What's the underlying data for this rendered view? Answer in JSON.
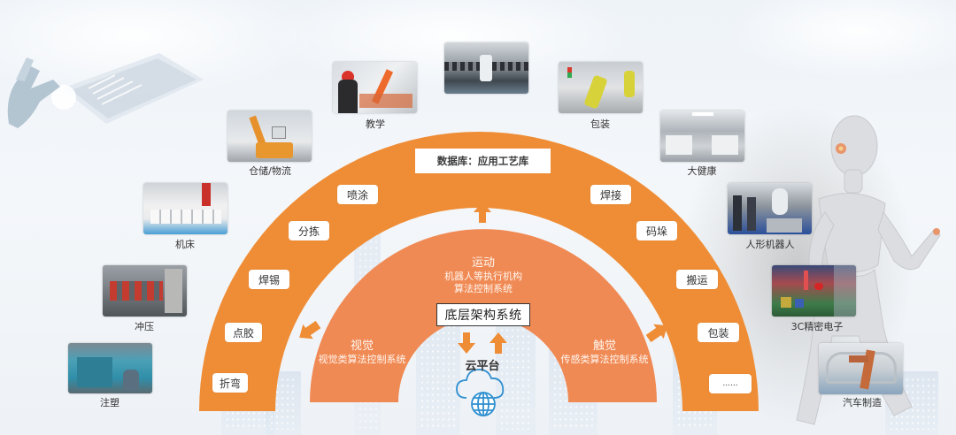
{
  "colors": {
    "outer_arc": "#ef8d36",
    "inner_arc": "#f08a55",
    "arrow": "#ef8d36",
    "cloud_icon": "#2f8fd0",
    "background": "#eef3f8"
  },
  "outer_ring": {
    "database_label": "数据库：应用工艺库",
    "left_items": [
      "折弯",
      "点胶",
      "焊锡",
      "分拣",
      "喷涂"
    ],
    "right_items": [
      "焊接",
      "码垛",
      "搬运",
      "包装",
      "......"
    ]
  },
  "inner_ring": {
    "top": {
      "title": "运动",
      "line1": "机器人等执行机构",
      "line2": "算法控制系统"
    },
    "left": {
      "title": "视觉",
      "line1": "视觉类算法控制系统"
    },
    "right": {
      "title": "触觉",
      "line1": "传感类算法控制系统"
    },
    "core_label": "底层架构系统"
  },
  "cloud": {
    "label": "云平台",
    "icon": "cloud-globe-icon"
  },
  "applications": [
    {
      "label": "注塑"
    },
    {
      "label": "冲压"
    },
    {
      "label": "机床"
    },
    {
      "label": "仓储/物流"
    },
    {
      "label": "教学"
    },
    {
      "label": ""
    },
    {
      "label": "包装"
    },
    {
      "label": "大健康"
    },
    {
      "label": "人形机器人"
    },
    {
      "label": "3C精密电子"
    },
    {
      "label": "汽车制造"
    }
  ]
}
